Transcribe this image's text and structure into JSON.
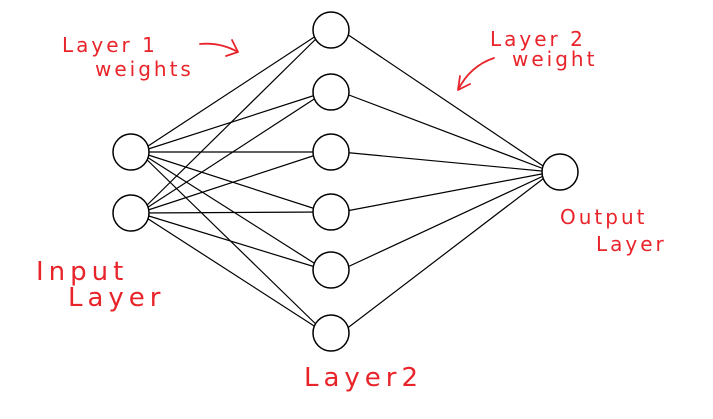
{
  "diagram": {
    "type": "neural-network",
    "colors": {
      "ink": "#000000",
      "annotation": "#e8242a"
    },
    "layers": [
      {
        "id": "input",
        "node_count": 2
      },
      {
        "id": "hidden",
        "node_count": 6
      },
      {
        "id": "output",
        "node_count": 1
      }
    ],
    "connectivity": "fully-connected",
    "annotations": {
      "layer1_weights": {
        "line1": "Layer 1",
        "line2": "weights"
      },
      "layer2_weight": {
        "line1": "Layer 2",
        "line2": "weight"
      },
      "input_layer": {
        "line1": "Input",
        "line2": "Layer"
      },
      "hidden_layer": {
        "line1": "Layer2"
      },
      "output_layer": {
        "line1": "Output",
        "line2": "Layer"
      }
    }
  }
}
